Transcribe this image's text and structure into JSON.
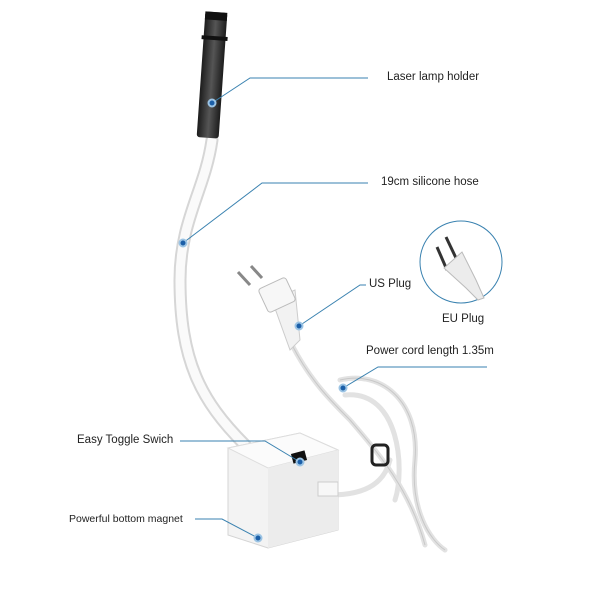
{
  "callouts": {
    "lamp_holder": "Laser lamp holder",
    "hose": "19cm silicone hose",
    "us_plug": "US Plug",
    "eu_plug": "EU Plug",
    "power_cord": "Power cord length 1.35m",
    "toggle_switch": "Easy Toggle Swich",
    "magnet": "Powerful bottom magnet"
  },
  "colors": {
    "callout_line": "#3a82b0",
    "dot": "#1b5fa8",
    "lamp_head": "#2b2b2b"
  }
}
